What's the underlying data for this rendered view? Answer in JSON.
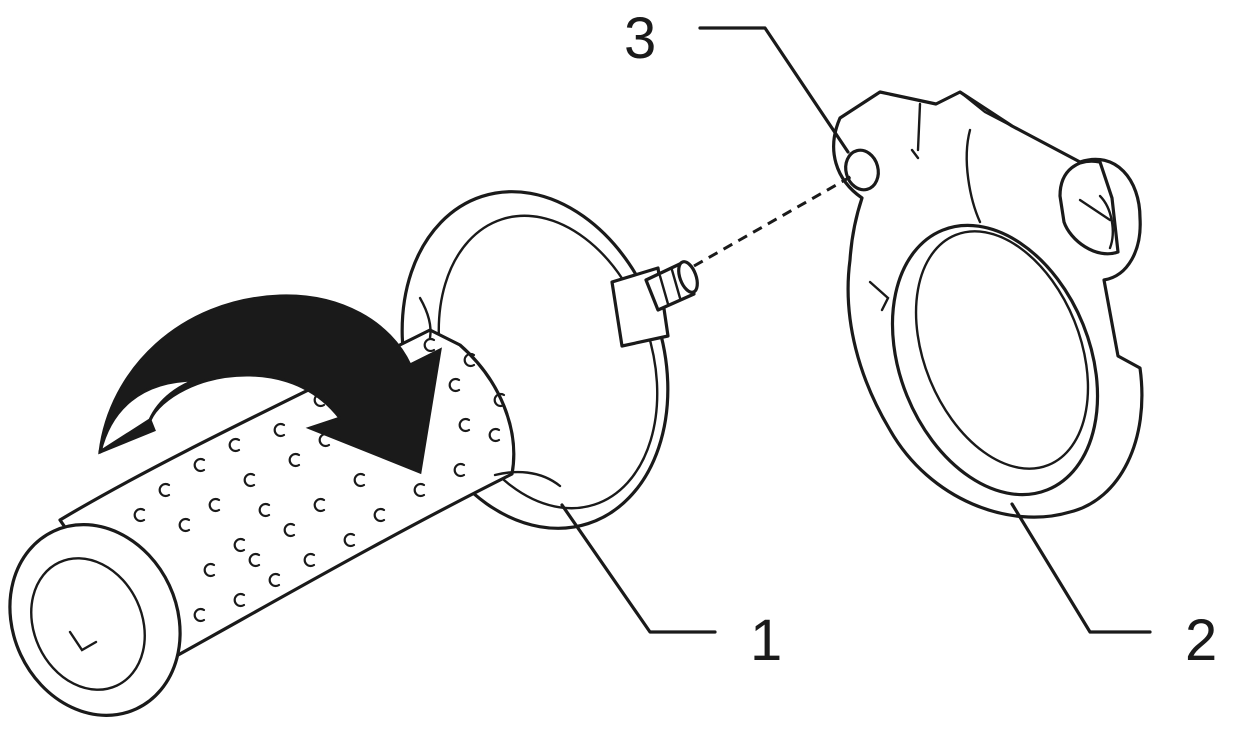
{
  "callouts": [
    {
      "id": "side-grip",
      "number": "1"
    },
    {
      "id": "grip-clamp",
      "number": "2"
    },
    {
      "id": "clamp-hole",
      "number": "3"
    }
  ],
  "arrow": {
    "direction": "rotate-clockwise"
  },
  "colors": {
    "line": "#1a1a1a",
    "background": "#ffffff",
    "arrow_fill": "#1a1a1a"
  }
}
